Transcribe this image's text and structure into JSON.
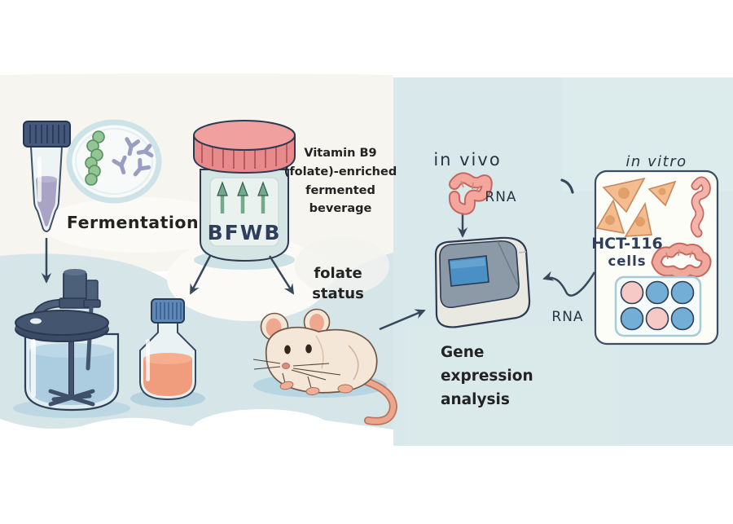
{
  "colors": {
    "wash_blue": "#d7e7e9",
    "warm_paper": "#f6f5f0",
    "jar_lid_red": "#e88a8b",
    "screen_blue": "#4a90c4",
    "arrow_green": "#74a98b",
    "tissue_pink": "#f2a89e",
    "ink": "#37475c"
  },
  "fermentation": {
    "label": "Fermentation"
  },
  "jar": {
    "acronym": "BFWB",
    "desc1": "Vitamin B9",
    "desc2": "(folate)-enriched",
    "desc3": "fermented",
    "desc4": "beverage"
  },
  "mouse": {
    "label1": "folate",
    "label2": "status"
  },
  "in_vivo": {
    "title": "in vivo",
    "rna": "RNA"
  },
  "machine": {
    "label1": "Gene",
    "label2": "expression",
    "label3": "analysis"
  },
  "in_vitro": {
    "title": "in vitro",
    "cells1": "HCT-116",
    "cells2": "cells",
    "rna": "RNA"
  }
}
